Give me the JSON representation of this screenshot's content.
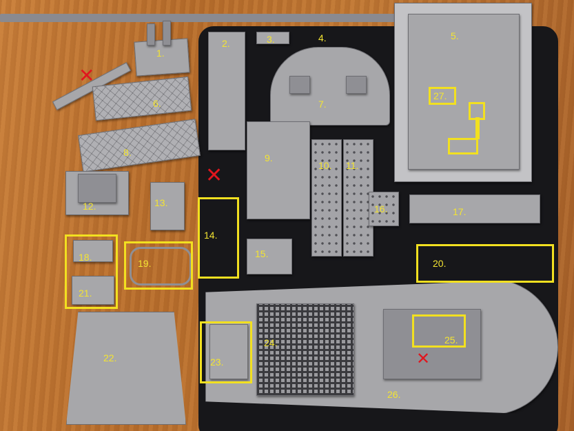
{
  "photo": {
    "background_color": "#b87430",
    "mat_color": "#17171a",
    "part_color": "#a7a7aa",
    "highlight_color": "#f2e020",
    "label_color": "#f3e432",
    "x_mark_color": "#e0161e"
  },
  "labels": {
    "l1": "1.",
    "l2": "2.",
    "l3": "3.",
    "l4": "4.",
    "l5": "5.",
    "l6": "6.",
    "l7": "7.",
    "l8": "8.",
    "l9": "9.",
    "l10": "10.",
    "l11": "11.",
    "l12": "12.",
    "l13": "13.",
    "l14": "14.",
    "l15": "15.",
    "l16": "16.",
    "l17": "17.",
    "l18": "18.",
    "l19": "19.",
    "l20": "20.",
    "l21": "21.",
    "l22": "22.",
    "l23": "23.",
    "l24": "24.",
    "l25": "25.",
    "l26": "26.",
    "l27": "27."
  },
  "marks": {
    "x": "✕"
  }
}
